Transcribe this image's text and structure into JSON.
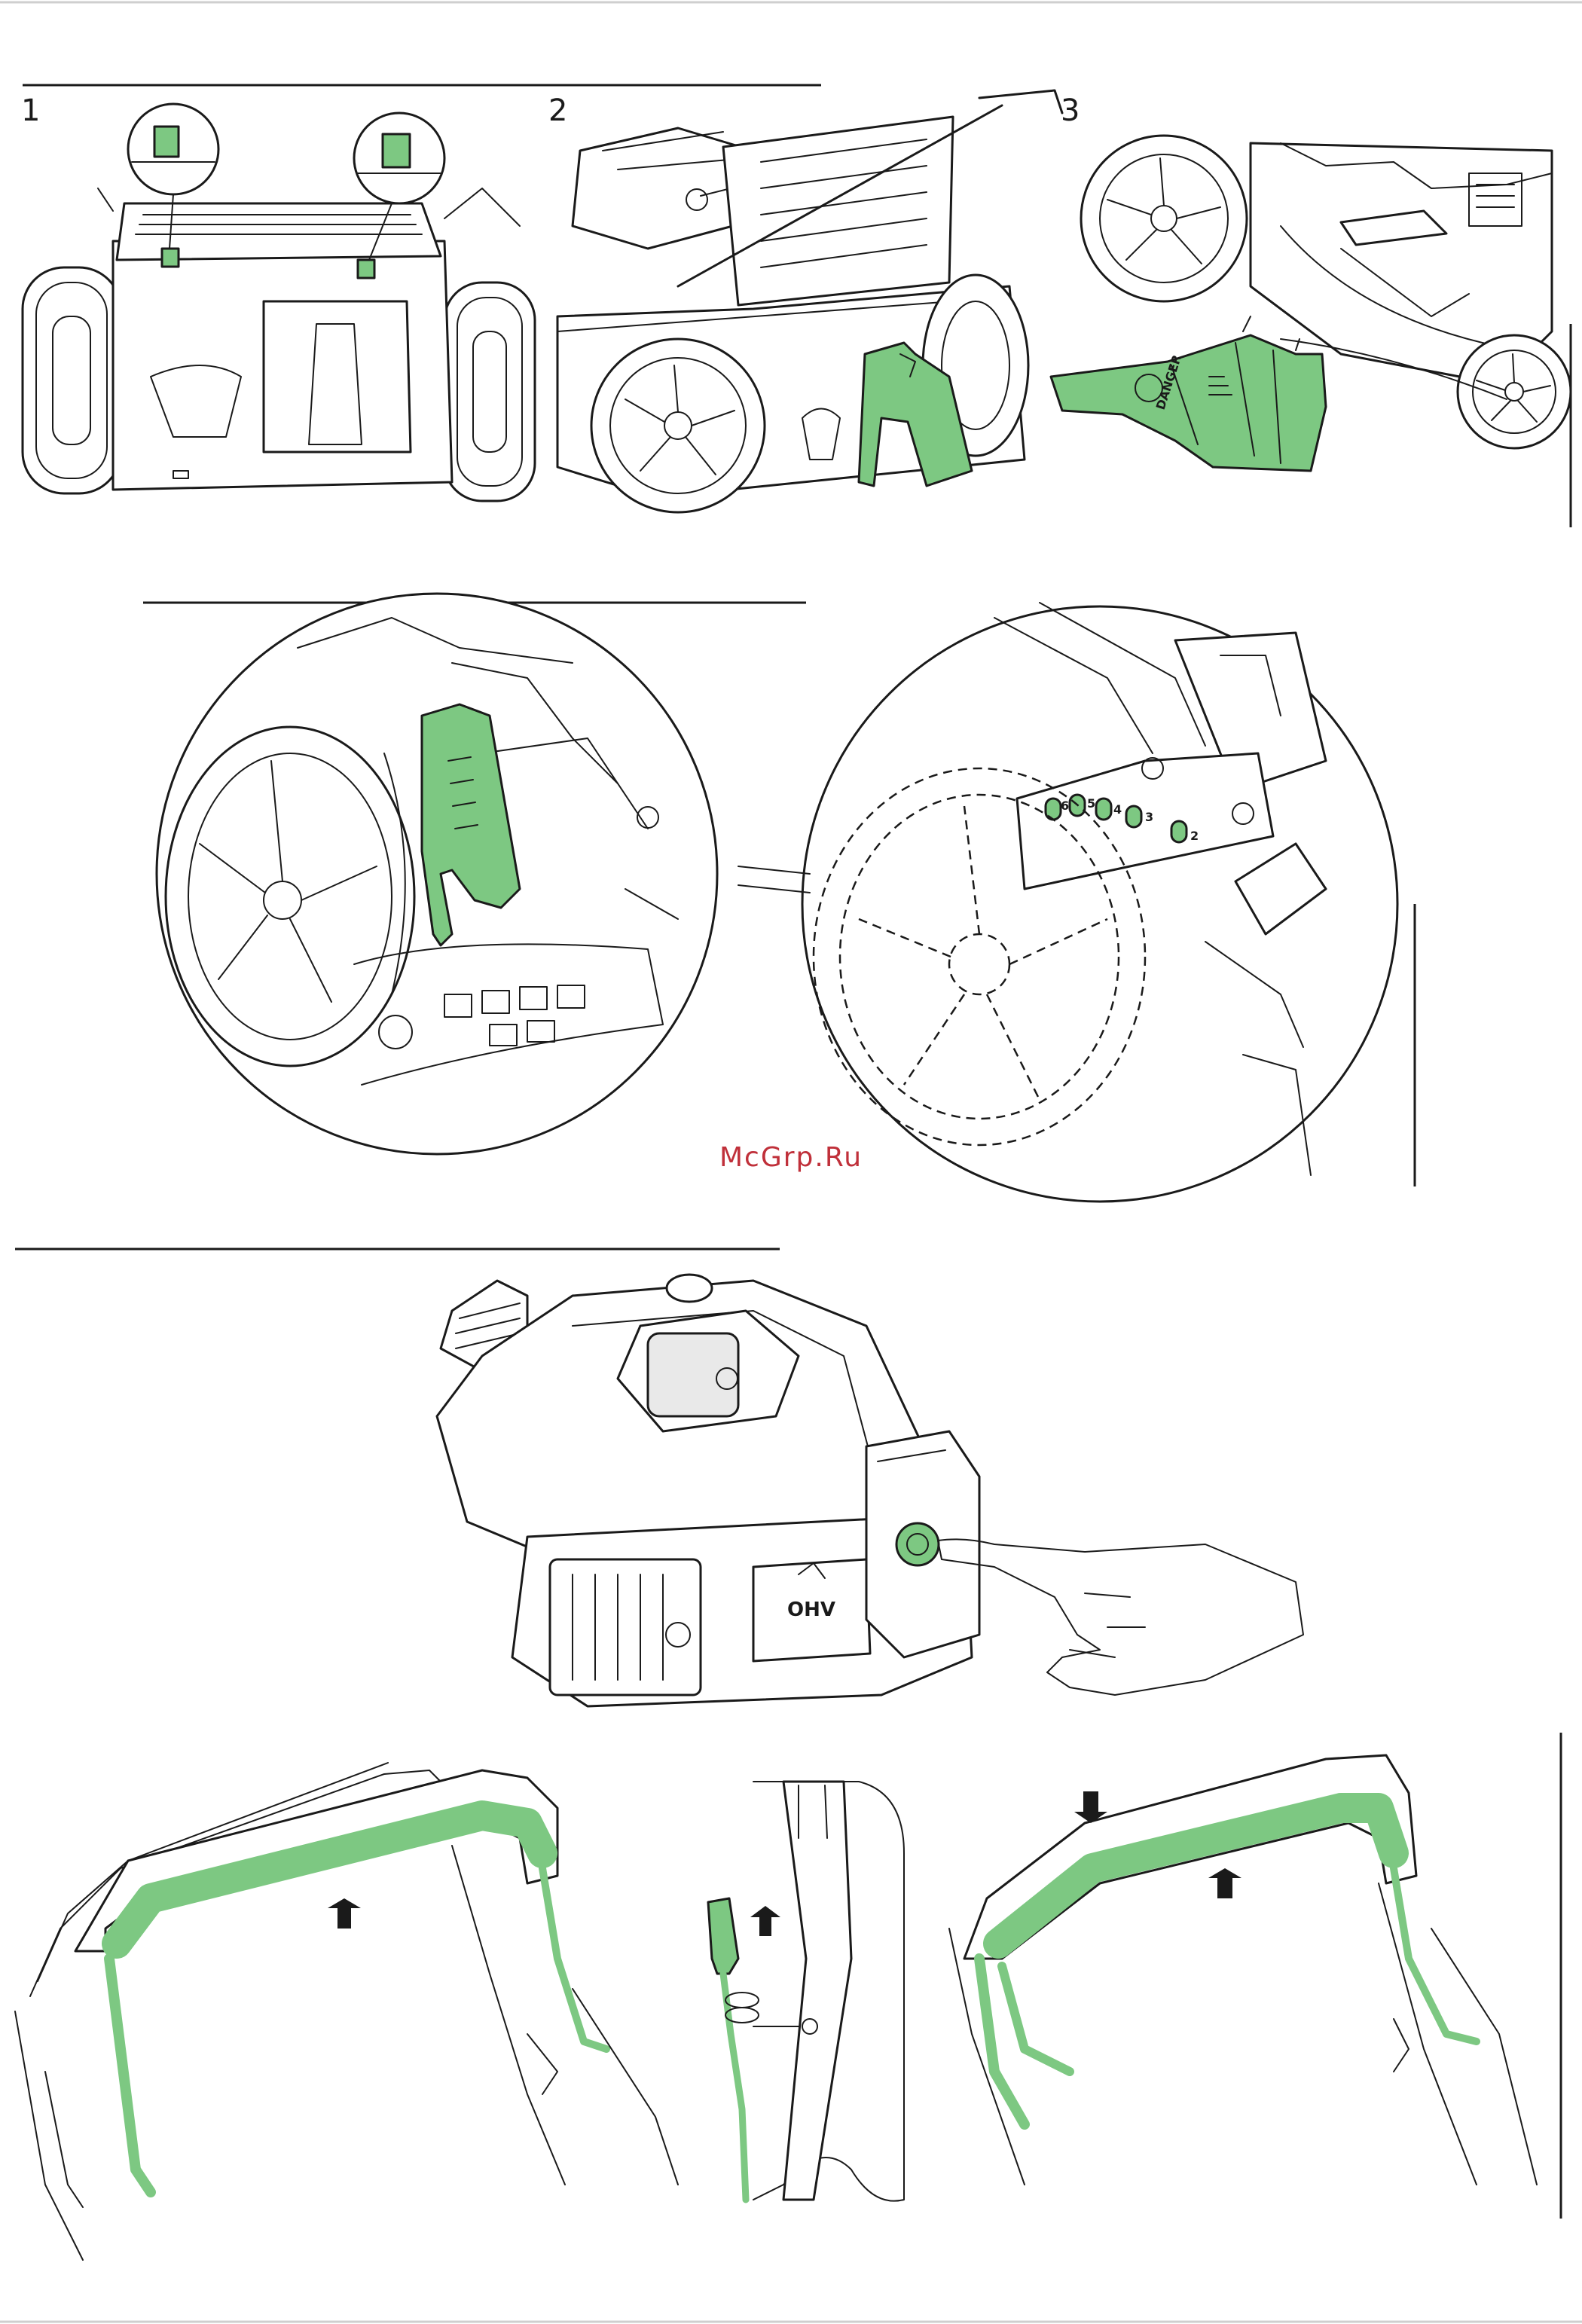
{
  "steps": {
    "one": "1",
    "two": "2",
    "three": "3"
  },
  "watermark": "McGrp.Ru",
  "decals": {
    "danger": "DANGER",
    "engine": "OHV",
    "height_marks": [
      "6",
      "5",
      "4",
      "3",
      "2"
    ]
  },
  "colors": {
    "highlight": "#7dc882",
    "line": "#1a1a1a",
    "watermark": "#c0303a"
  }
}
